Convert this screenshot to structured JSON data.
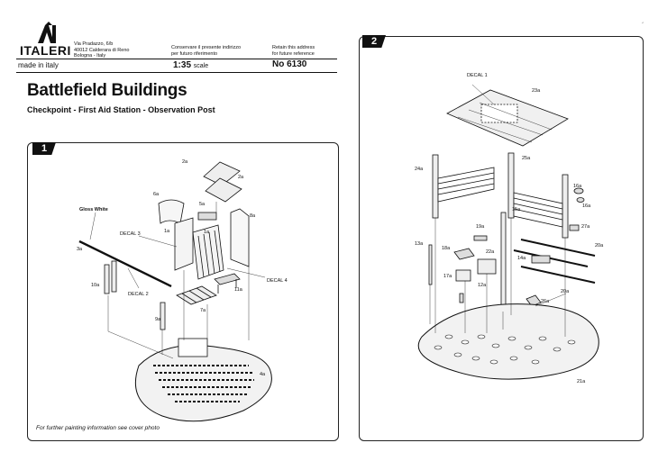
{
  "header": {
    "brand": "ITALERI",
    "address": [
      "Via Pradazzo, 6/b",
      "40012 Calderara di Reno",
      "Bologna - Italy"
    ],
    "conserve_note": [
      "Conservare il presente indirizzo",
      "per futuro riferimento"
    ],
    "retain_note": [
      "Retain this address",
      "for future reference"
    ],
    "made_in": "made in italy",
    "scale_value": "1:35",
    "scale_word": "scale",
    "kit_number": "No 6130"
  },
  "title": "Battlefield Buildings",
  "subtitle": "Checkpoint - First Aid Station - Observation Post",
  "steps": [
    {
      "number": "1",
      "labels": [
        "2a",
        "2a",
        "6a",
        "5a",
        "8a",
        "1a",
        "1a",
        "Gloss White",
        "DECAL 3",
        "3a",
        "10a",
        "DECAL 2",
        "DECAL 4",
        "11a",
        "7a",
        "9a",
        "4a"
      ]
    },
    {
      "number": "2",
      "labels": [
        "DECAL 1",
        "23a",
        "24a",
        "25a",
        "16a",
        "16a",
        "15a",
        "27a",
        "19a",
        "13a",
        "18a",
        "22a",
        "20a",
        "14a",
        "17a",
        "12a",
        "26a",
        "20a",
        "21a"
      ]
    }
  ],
  "footnote": "For further painting information see cover photo",
  "corner_mark": "´"
}
